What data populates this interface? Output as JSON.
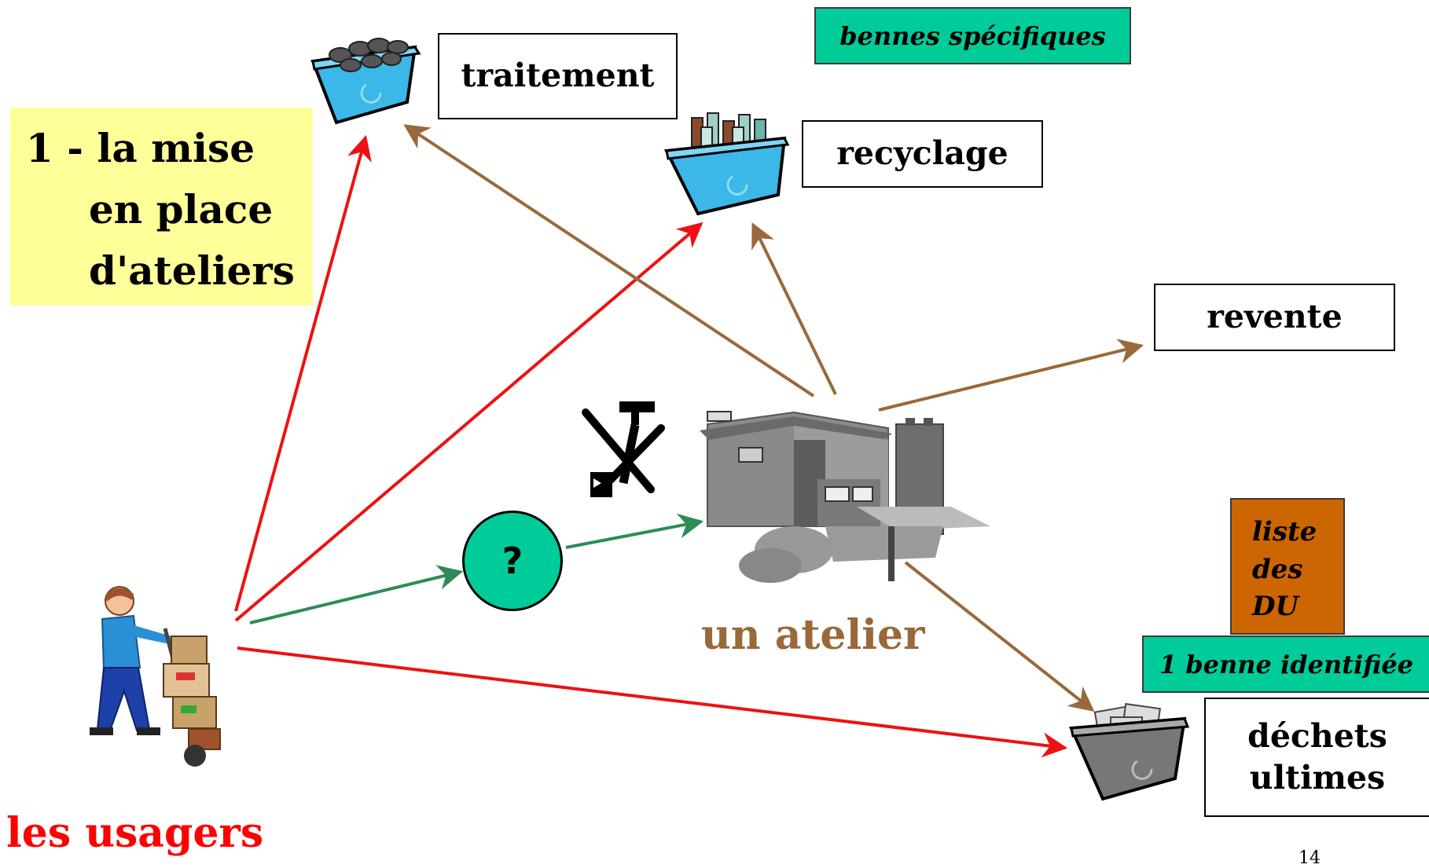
{
  "heading": {
    "lines": [
      "1 - la mise",
      "en place",
      "d'ateliers"
    ]
  },
  "nodes": {
    "traitement": "traitement",
    "recyclage": "recyclage",
    "revente": "revente",
    "dechets_ultimes": "déchets ultimes",
    "atelier": "un atelier",
    "usagers": "les usagers",
    "question": "?"
  },
  "tags": {
    "bennes_specifiques": "bennes spécifiques",
    "benne_identifiee": "1 benne identifiée",
    "liste_du": "liste des DU"
  },
  "page_number": "14",
  "icons": [
    "recycling-bin-cans-icon",
    "recycling-bin-bottles-icon",
    "recycling-bin-waste-icon",
    "tools-icon",
    "building-icon",
    "worker-hand-truck-icon"
  ],
  "colors": {
    "user_arrows": "#ee1111",
    "atelier_arrows": "#99693a",
    "question_arrows": "#2e8b57",
    "accent_green": "#00cc99",
    "accent_orange": "#cc6600",
    "title_bg": "#ffff99",
    "usagers_text": "#ff0000",
    "atelier_text": "#99693a"
  }
}
